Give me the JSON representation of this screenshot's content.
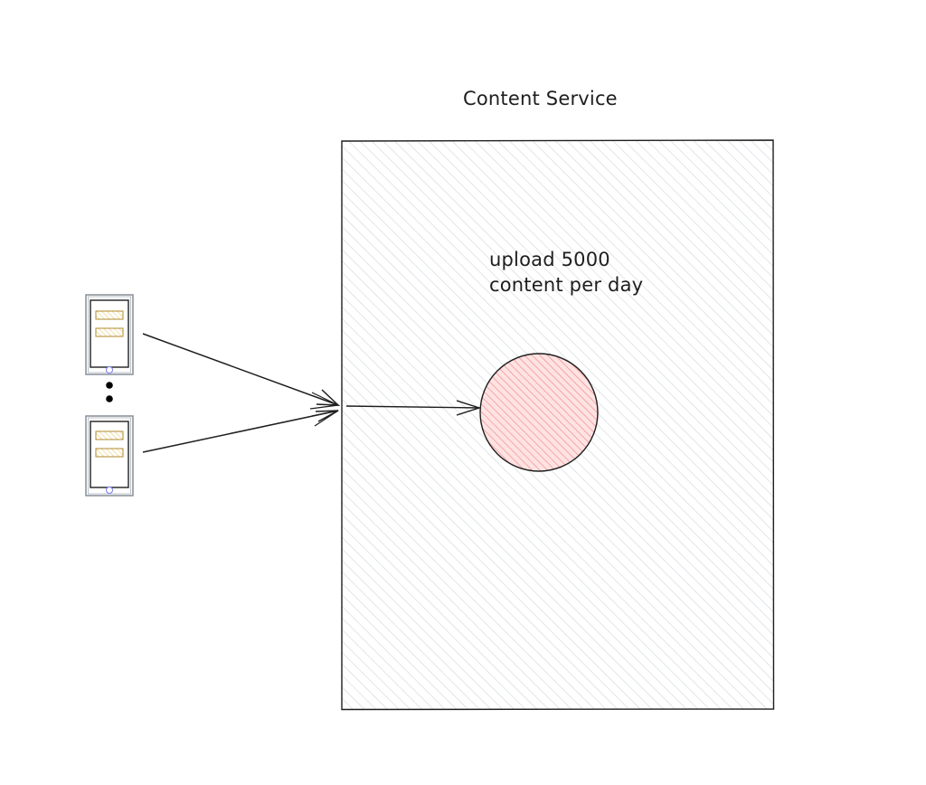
{
  "service": {
    "title": "Content Service",
    "fill_color": "#ced4da",
    "stroke_color": "#1e1e1e"
  },
  "note": {
    "line1": "upload 5000",
    "line2": "content per day"
  },
  "storage": {
    "fill_color": "#ffc9c9",
    "hatch_color": "#e03131",
    "stroke_color": "#1e1e1e"
  },
  "clients": {
    "device_icon": "mobile-phone-icon",
    "count_shown": 2,
    "ellipsis_icon": "vertical-ellipsis-icon",
    "bar_color": "#ffec99",
    "bar_stroke": "#c79b2e",
    "home_button_color": "#7a7af0"
  }
}
